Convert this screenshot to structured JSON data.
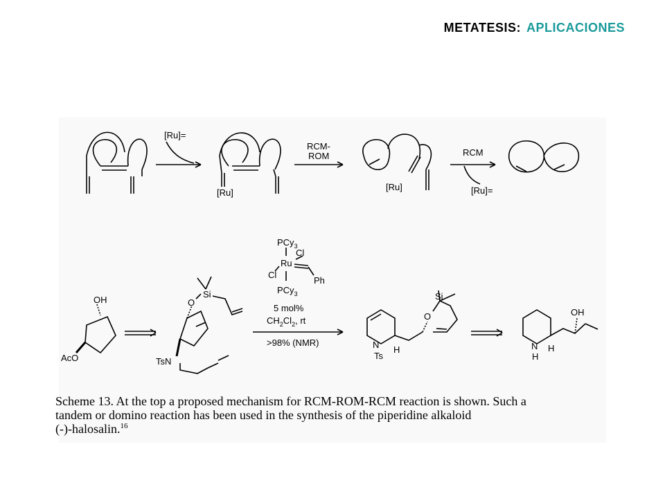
{
  "header": {
    "title_part1": "METATESIS:",
    "title_part2": "APLICACIONES",
    "accent_color": "#1a9a9a"
  },
  "scheme": {
    "top": {
      "arrow1_reagent": "[Ru]=",
      "intermediate1_label": "[Ru]",
      "arrow2_label_line1": "RCM-",
      "arrow2_label_line2": "ROM",
      "intermediate2_label": "[Ru]",
      "arrow3_label": "RCM",
      "arrow3_release": "[Ru]="
    },
    "bottom": {
      "start_oh": "OH",
      "start_aco": "AcO",
      "si_label": "Si",
      "o_label": "O",
      "tsn_label": "TsN",
      "catalyst_pcy3_top": "PCy",
      "catalyst_pcy3_bottom": "PCy",
      "catalyst_sub3": "3",
      "catalyst_cl1": "Cl",
      "catalyst_cl2": "Cl",
      "catalyst_ru": "Ru",
      "catalyst_ph": "Ph",
      "cond_loading": "5 mol%",
      "cond_solvent_a": "CH",
      "cond_solvent_b": "Cl",
      "cond_sub2": "2",
      "cond_rt": ", rt",
      "cond_yield": ">98% (NMR)",
      "prod_n": "N",
      "prod_ts": "Ts",
      "prod_h": "H",
      "prod_si": "Si",
      "prod_o": "O",
      "final_oh": "OH",
      "final_n": "N",
      "final_nh": "H",
      "final_h": "H"
    }
  },
  "caption": {
    "line1": "Scheme 13. At the top a proposed mechanism for RCM-ROM-RCM reaction is shown. Such a",
    "line2": "tandem or domino reaction has been used in the synthesis of the piperidine alkaloid",
    "line3": "(-)-halosalin.",
    "ref": "16"
  }
}
